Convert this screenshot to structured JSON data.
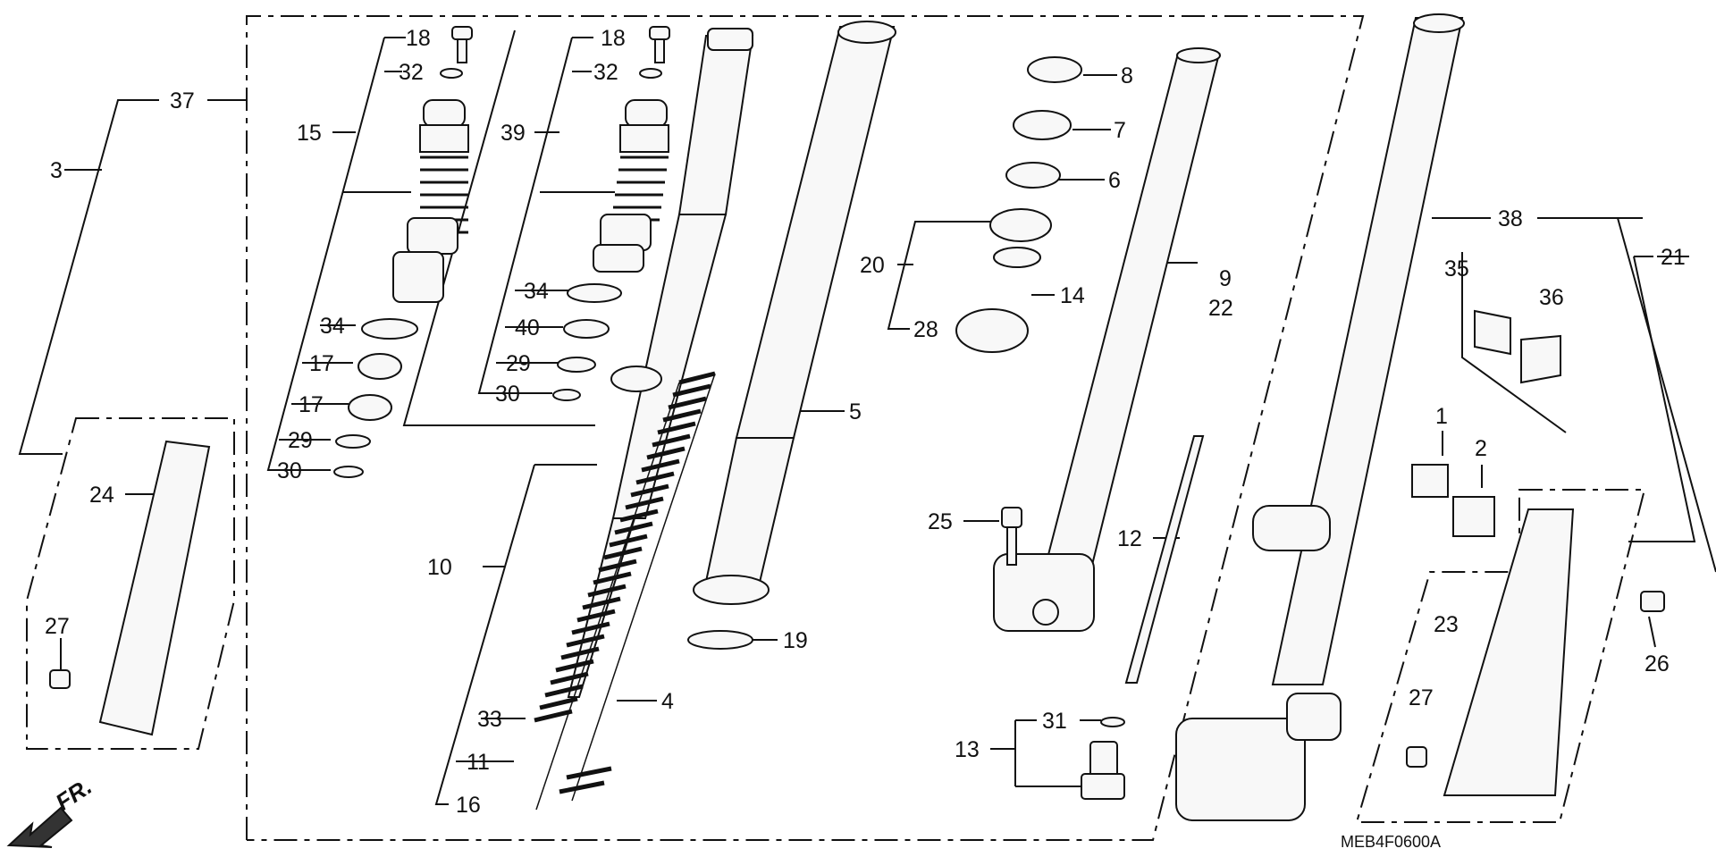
{
  "diagram": {
    "code": "MEB4F0600A",
    "direction_label": "FR.",
    "labels": {
      "l1": "1",
      "l2": "2",
      "l3": "3",
      "l4": "4",
      "l5": "5",
      "l6": "6",
      "l7": "7",
      "l8": "8",
      "l9": "9",
      "l10": "10",
      "l11": "11",
      "l12": "12",
      "l13": "13",
      "l14": "14",
      "l15": "15",
      "l16": "16",
      "l17a": "17",
      "l17b": "17",
      "l18a": "18",
      "l18b": "18",
      "l19": "19",
      "l20": "20",
      "l21": "21",
      "l22": "22",
      "l23": "23",
      "l24": "24",
      "l25": "25",
      "l26": "26",
      "l27a": "27",
      "l27b": "27",
      "l28": "28",
      "l29a": "29",
      "l29b": "29",
      "l30a": "30",
      "l30b": "30",
      "l31": "31",
      "l32a": "32",
      "l32b": "32",
      "l33": "33",
      "l34a": "34",
      "l34b": "34",
      "l35": "35",
      "l36": "36",
      "l37": "37",
      "l38": "38",
      "l39": "39",
      "l40": "40"
    }
  }
}
